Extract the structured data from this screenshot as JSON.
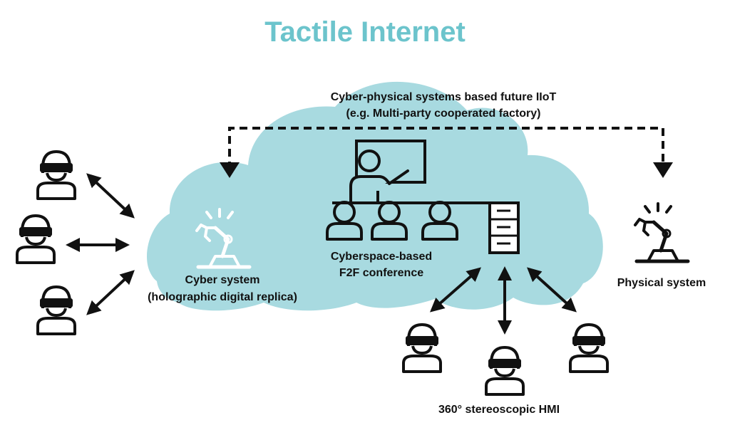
{
  "title": "Tactile Internet",
  "colors": {
    "title": "#6cc4cc",
    "cloud": "#a8dae0",
    "ink": "#111111",
    "white_icon": "#ffffff"
  },
  "top_label": {
    "line1": "Cyber-physical systems based future IIoT",
    "line2": "(e.g. Multi-party cooperated factory)"
  },
  "cyber_system": {
    "line1": "Cyber system",
    "line2": "(holographic digital replica)",
    "icon": "robot-arm-icon"
  },
  "conference": {
    "line1": "Cyberspace-based",
    "line2": "F2F conference",
    "icon": "presentation-icon"
  },
  "server": {
    "icon": "server-icon"
  },
  "physical_system": {
    "label": "Physical system",
    "icon": "robot-arm-icon"
  },
  "hmi": {
    "label": "360° stereoscopic HMI",
    "icon": "vr-headset-user-icon"
  }
}
